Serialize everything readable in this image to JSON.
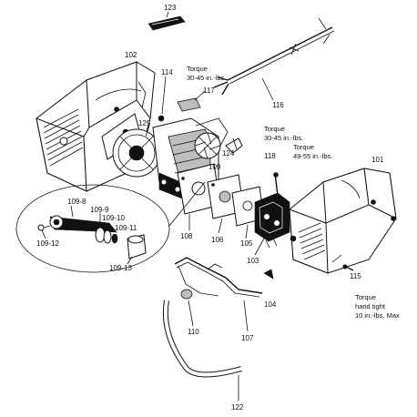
{
  "labels": {
    "p123": "123",
    "p102": "102",
    "p114": "114",
    "p117": "117",
    "p116": "116",
    "p125": "125",
    "p124": "124",
    "p109": "109",
    "p118": "118",
    "p101": "101",
    "p109_8": "109-8",
    "p109_9": "109-9",
    "p109_10": "109-10",
    "p109_11": "109-11",
    "p109_12": "109-12",
    "p109_13": "109-13",
    "p108": "108",
    "p106": "106",
    "p105": "105",
    "p103": "103",
    "p104": "104",
    "p115": "115",
    "p110": "110",
    "p107": "107",
    "p122": "122"
  },
  "notes": {
    "torque_a": [
      "Torque",
      "30-45 in.-lbs."
    ],
    "torque_b": [
      "Torque",
      "30-45 in.-lbs."
    ],
    "torque_c": [
      "Torque",
      "49-55 in.-lbs."
    ],
    "torque_d": [
      "Torque",
      "hand tight",
      "10 in.-lbs. Max"
    ]
  }
}
